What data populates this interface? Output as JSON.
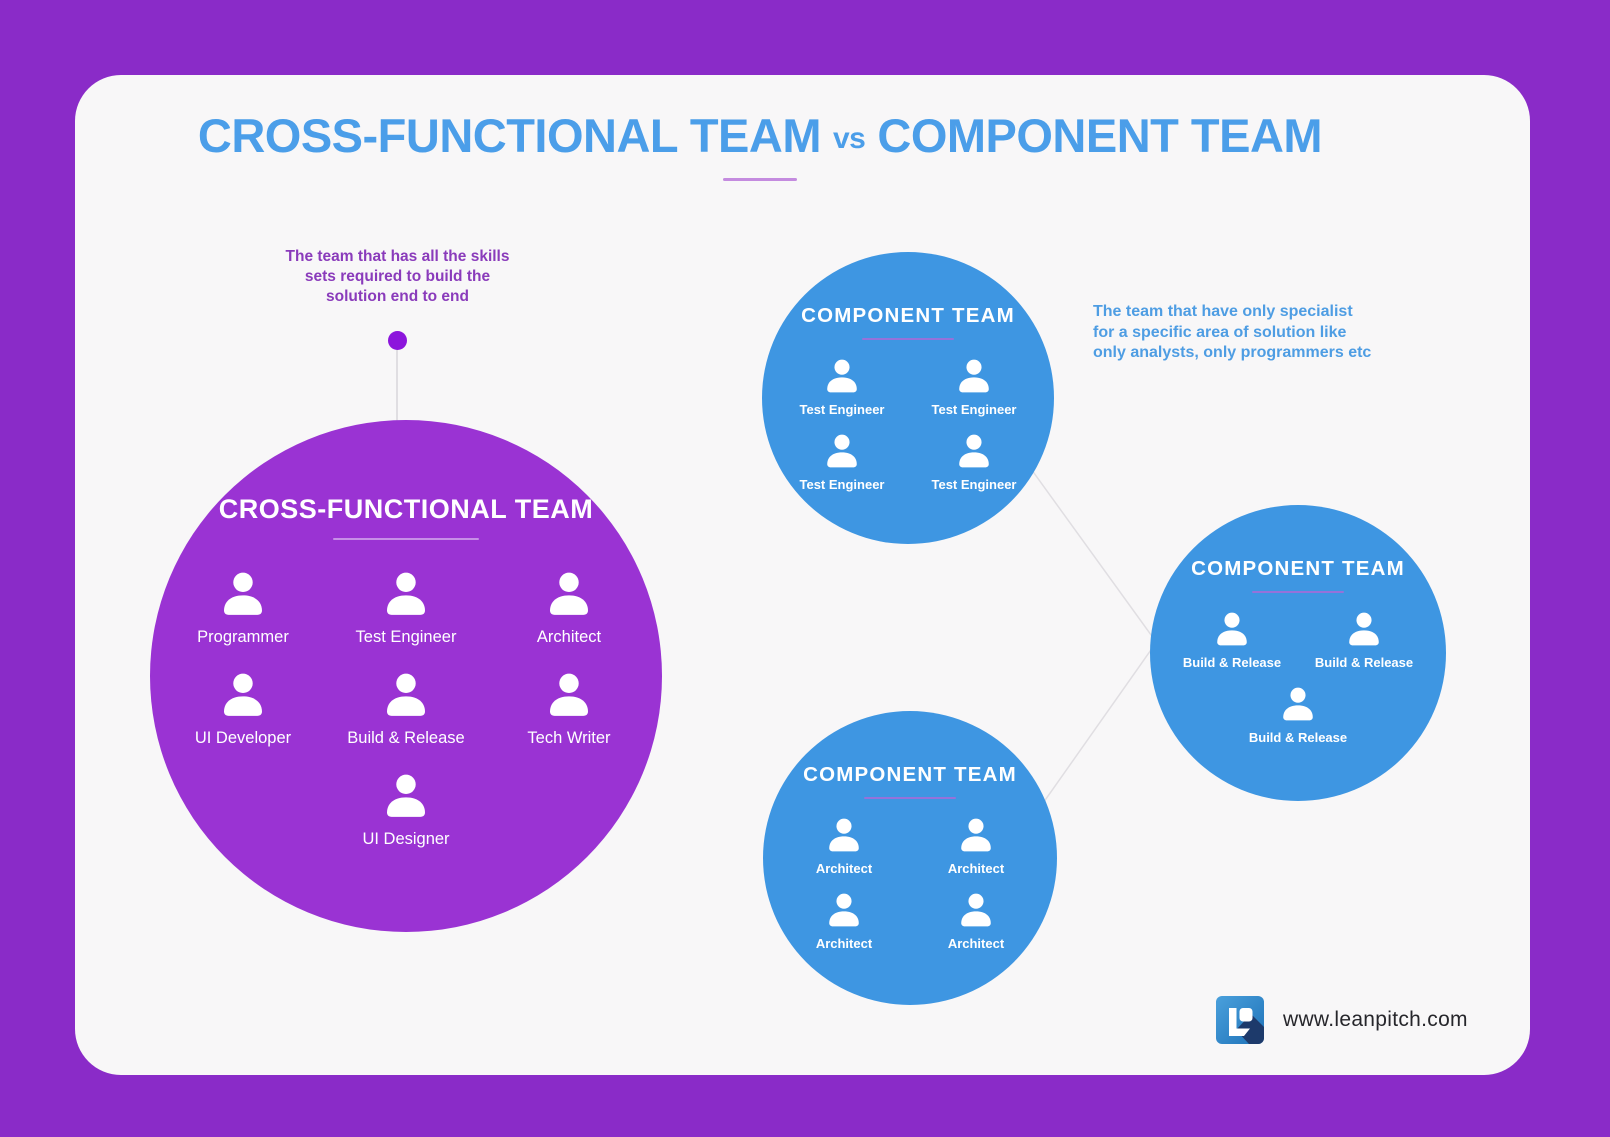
{
  "title": {
    "left": "CROSS-FUNCTIONAL TEAM",
    "vs": "vs",
    "right": "COMPONENT TEAM"
  },
  "annotations": {
    "cross_functional_note": {
      "lines": [
        "The team that has all the skills",
        "sets required to build the",
        "solution end to end"
      ]
    },
    "component_note": {
      "lines": [
        "The team that have only specialist",
        "for a specific area of solution like",
        "only analysts, only programmers etc"
      ]
    }
  },
  "teams": {
    "cross_functional": {
      "heading": "CROSS-FUNCTIONAL TEAM",
      "members": [
        "Programmer",
        "Test Engineer",
        "Architect",
        "UI Developer",
        "Build & Release",
        "Tech Writer",
        "UI Designer"
      ]
    },
    "component_top": {
      "heading": "COMPONENT TEAM",
      "members": [
        "Test Engineer",
        "Test Engineer",
        "Test Engineer",
        "Test Engineer"
      ]
    },
    "component_right": {
      "heading": "COMPONENT TEAM",
      "members": [
        "Build & Release",
        "Build & Release",
        "Build & Release"
      ]
    },
    "component_bottom": {
      "heading": "COMPONENT TEAM",
      "members": [
        "Architect",
        "Architect",
        "Architect",
        "Architect"
      ]
    }
  },
  "footer": {
    "website": "www.leanpitch.com"
  },
  "icons": {
    "member": "person-icon",
    "logo": "leanpitch-logo"
  },
  "colors": {
    "background": "#8A2BC8",
    "card": "#F8F7F8",
    "cross_functional_circle": "#9A33D3",
    "component_circle": "#3E96E2",
    "title_text": "#4B9EE9",
    "purple_note_text": "#8A3BBB",
    "blue_note_text": "#4E9DE3",
    "pointer_dot": "#8C15DC",
    "connector_line": "#E0DEE2",
    "title_underline": "#C48BDF"
  }
}
